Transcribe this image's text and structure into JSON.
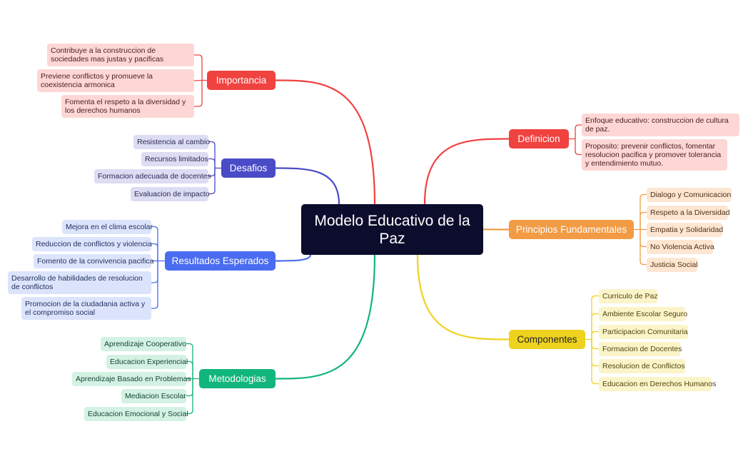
{
  "center": {
    "title": "Modelo Educativo de la Paz"
  },
  "colors": {
    "importancia": "#f0423f",
    "desafios": "#4a4bc7",
    "resultados": "#4a6cf0",
    "metodologias": "#12b57b",
    "definicion": "#f0423f",
    "principios": "#f29b45",
    "componentes": "#eed21e"
  },
  "branches": {
    "importancia": {
      "label": "Importancia",
      "items": [
        "Contribuye a la construccion de sociedades mas justas y pacificas",
        "Previene conflictos y promueve la coexistencia armonica",
        "Fomenta el respeto a la diversidad y los derechos humanos"
      ]
    },
    "desafios": {
      "label": "Desafios",
      "items": [
        "Resistencia al cambio",
        "Recursos limitados",
        "Formacion adecuada de docentes",
        "Evaluacion de impacto"
      ]
    },
    "resultados": {
      "label": "Resultados Esperados",
      "items": [
        "Mejora en el clima escolar",
        "Reduccion de conflictos y violencia",
        "Fomento de la convivencia pacifica",
        "Desarrollo de habilidades de resolucion de conflictos",
        "Promocion de la ciudadania activa y el compromiso social"
      ]
    },
    "metodologias": {
      "label": "Metodologias",
      "items": [
        "Aprendizaje Cooperativo",
        "Educacion Experiencial",
        "Aprendizaje Basado en Problemas",
        "Mediacion Escolar",
        "Educacion Emocional y Social"
      ]
    },
    "definicion": {
      "label": "Definicion",
      "items": [
        "Enfoque educativo: construccion de cultura de paz.",
        "Proposito: prevenir conflictos, fomentar resolucion pacifica y promover tolerancia y entendimiento mutuo."
      ]
    },
    "principios": {
      "label": "Principios Fundamentales",
      "items": [
        "Dialogo y Comunicacion",
        "Respeto a la Diversidad",
        "Empatia y Solidaridad",
        "No Violencia Activa",
        "Justicia Social"
      ]
    },
    "componentes": {
      "label": "Componentes",
      "items": [
        "Curriculo de Paz",
        "Ambiente Escolar Seguro",
        "Participacion Comunitaria",
        "Formacion de Docentes",
        "Resolucion de Conflictos",
        "Educacion en Derechos Humanos"
      ]
    }
  }
}
